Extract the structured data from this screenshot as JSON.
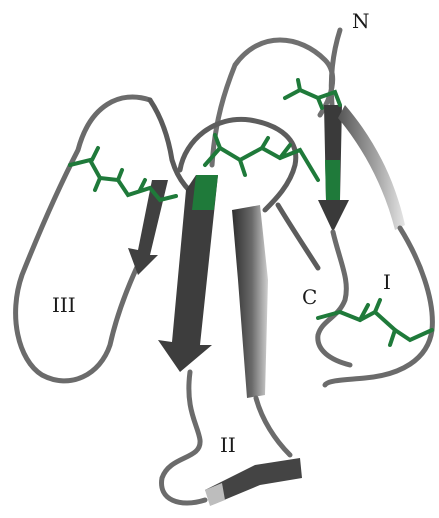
{
  "labels": {
    "n_terminus": "N",
    "c_terminus": "C",
    "loop_1": "I",
    "loop_2": "II",
    "loop_3": "III"
  },
  "colors": {
    "backbone_dark": "#3c3c3c",
    "backbone_mid": "#6e6e6e",
    "backbone_light": "#b4b4b4",
    "disulfide": "#1f7a3a",
    "background": "#ffffff"
  }
}
